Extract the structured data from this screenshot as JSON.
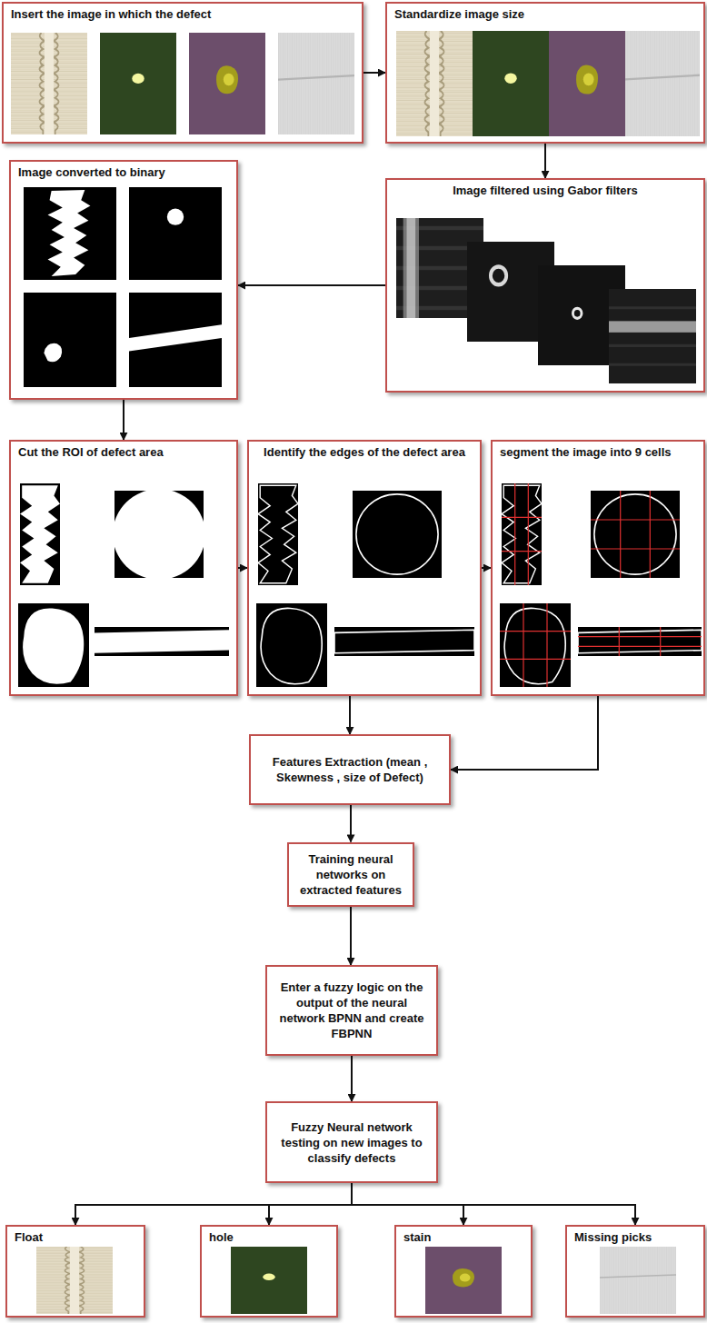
{
  "diagram": {
    "nodes": [
      {
        "text": [
          "Insert the image in which the defect"
        ]
      },
      {
        "text": [
          "Standardize image size"
        ]
      },
      {
        "text": [
          "Image filtered using Gabor filters"
        ]
      },
      {
        "text": [
          "Image converted to binary"
        ]
      },
      {
        "text": [
          "Cut the ROI of defect area"
        ]
      },
      {
        "text": [
          "Identify the edges of the defect area"
        ]
      },
      {
        "text": [
          "segment the image into 9 cells"
        ]
      },
      {
        "text": [
          "Features Extraction (mean , Skewness , size of Defect)"
        ]
      },
      {
        "text": [
          "Training neural networks on extracted features"
        ]
      },
      {
        "text": [
          "Enter a fuzzy logic on the output of the neural network BPNN and create FBPNN"
        ]
      },
      {
        "text": [
          "Fuzzy Neural network testing on new images to classify defects"
        ]
      },
      {
        "text": [
          "Float"
        ]
      },
      {
        "text": [
          "hole"
        ]
      },
      {
        "text": [
          "stain"
        ]
      },
      {
        "text": [
          "Missing picks"
        ]
      }
    ],
    "edges": [
      {
        "from": 0,
        "to": 1,
        "arrow": "to"
      },
      {
        "from": 1,
        "to": 2,
        "arrow": "to"
      },
      {
        "from": 2,
        "to": 3,
        "arrow": "to"
      },
      {
        "from": 3,
        "to": 4,
        "arrow": "to"
      },
      {
        "from": 4,
        "to": 5,
        "arrow": "to"
      },
      {
        "from": 5,
        "to": 6,
        "arrow": "to"
      },
      {
        "from": 5,
        "to": 7,
        "arrow": "to"
      },
      {
        "from": 6,
        "to": 7,
        "arrow": "to"
      },
      {
        "from": 7,
        "to": 8,
        "arrow": "to"
      },
      {
        "from": 8,
        "to": 9,
        "arrow": "to"
      },
      {
        "from": 9,
        "to": 10,
        "arrow": "to"
      },
      {
        "from": 10,
        "to": 11,
        "arrow": "to"
      },
      {
        "from": 10,
        "to": 12,
        "arrow": "to"
      },
      {
        "from": 10,
        "to": 13,
        "arrow": "to"
      },
      {
        "from": 10,
        "to": 14,
        "arrow": "to"
      }
    ]
  }
}
